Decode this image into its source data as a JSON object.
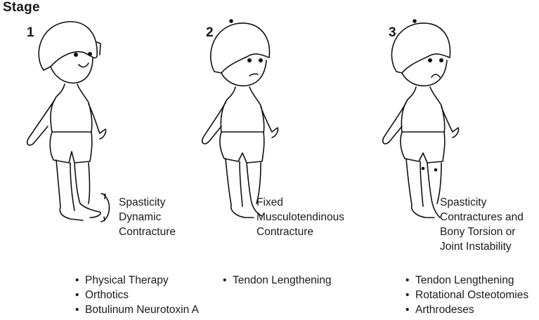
{
  "title": "Stage",
  "stages": [
    {
      "number": "1",
      "description": [
        "Spasticity",
        "Dynamic",
        "Contracture"
      ],
      "treatments": [
        "Physical Therapy",
        "Orthotics",
        "Botulinum Neurotoxin A"
      ]
    },
    {
      "number": "2",
      "description": [
        "Fixed",
        "Musculotendinous",
        "Contracture"
      ],
      "treatments": [
        "Tendon Lengthening"
      ]
    },
    {
      "number": "3",
      "description": [
        "Spasticity",
        "Contractures and",
        "Bony Torsion or",
        "Joint Instability"
      ],
      "treatments": [
        "Tendon Lengthening",
        "Rotational Osteotomies",
        "Arthrodeses"
      ]
    }
  ]
}
